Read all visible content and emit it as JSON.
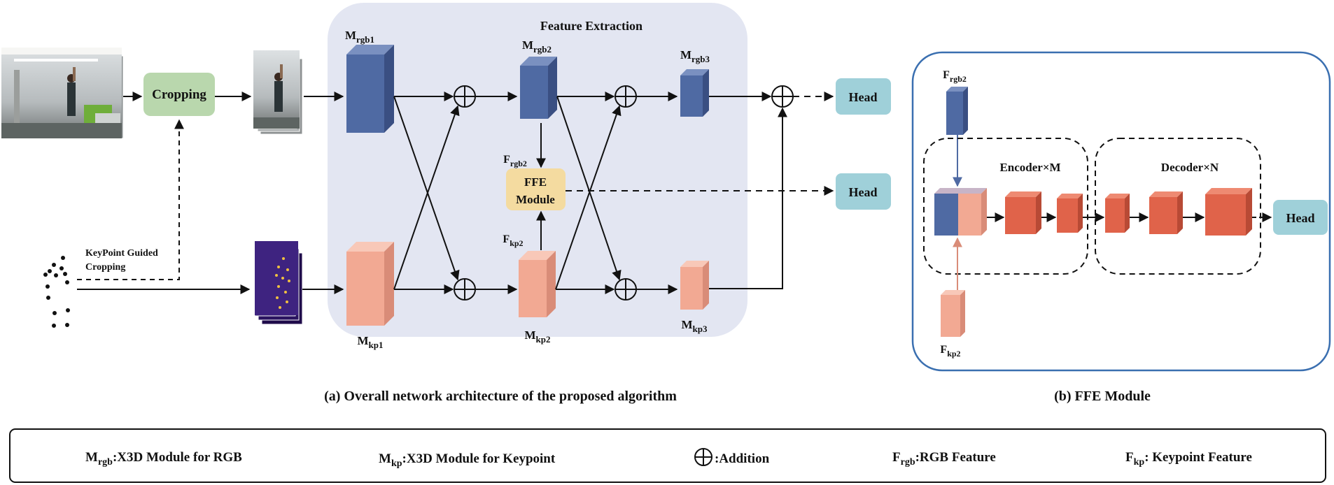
{
  "panel_a": {
    "section_label": "Feature Extraction",
    "cropping_label": "Cropping",
    "keypoint_guided_label_1": "KeyPoint Guided",
    "keypoint_guided_label_2": "Cropping",
    "ffe_label_1": "FFE",
    "ffe_label_2": "Module",
    "head_top": "Head",
    "head_mid": "Head",
    "rgb_modules": [
      {
        "main": "M",
        "sub": "rgb1"
      },
      {
        "main": "M",
        "sub": "rgb2"
      },
      {
        "main": "M",
        "sub": "rgb3"
      }
    ],
    "kp_modules": [
      {
        "main": "M",
        "sub": "kp1"
      },
      {
        "main": "M",
        "sub": "kp2"
      },
      {
        "main": "M",
        "sub": "kp3"
      }
    ],
    "f_rgb2": {
      "main": "F",
      "sub": "rgb2"
    },
    "f_kp2": {
      "main": "F",
      "sub": "kp2"
    },
    "caption": "(a) Overall network architecture of the proposed algorithm"
  },
  "panel_b": {
    "encoder_label": "Encoder×M",
    "decoder_label": "Decoder×N",
    "head": "Head",
    "f_rgb2": {
      "main": "F",
      "sub": "rgb2"
    },
    "f_kp2": {
      "main": "F",
      "sub": "kp2"
    },
    "caption": "(b) FFE Module"
  },
  "legend": {
    "m_rgb": {
      "main": "M",
      "sub": "rgb",
      "text": ":X3D Module for RGB"
    },
    "m_kp": {
      "main": "M",
      "sub": "kp",
      "text": ":X3D Module for Keypoint"
    },
    "addition": {
      "text": ":Addition"
    },
    "f_rgb": {
      "main": "F",
      "sub": "rgb",
      "text": ":RGB Feature"
    },
    "f_kp": {
      "main": "F",
      "sub": "kp",
      "text": ": Keypoint Feature"
    }
  },
  "colors": {
    "rgb_block": "#4f6aa3",
    "kp_block": "#f2a993",
    "enc_block": "#e0634a",
    "head_fill": "#9fd0d9",
    "crop_fill": "#b9d7ad",
    "ffe_fill": "#f4dba0",
    "panel_bg": "#e3e6f2",
    "panel_b_border": "#3a6fb0"
  }
}
